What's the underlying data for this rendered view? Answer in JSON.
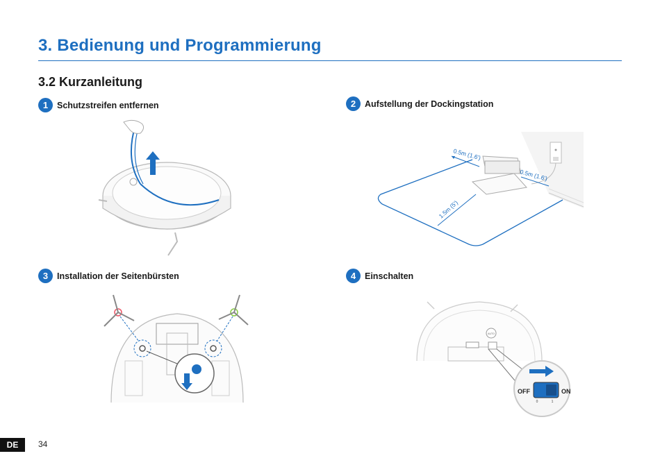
{
  "header": {
    "chapter_title": "3. Bedienung und Programmierung",
    "section_title": "3.2 Kurzanleitung"
  },
  "steps": [
    {
      "number": "1",
      "label": "Schutzstreifen entfernen"
    },
    {
      "number": "2",
      "label": "Aufstellung der Dockingstation"
    },
    {
      "number": "3",
      "label": "Installation der Seitenbürsten"
    },
    {
      "number": "4",
      "label": "Einschalten"
    }
  ],
  "diagram_dock": {
    "left_clearance": "0.5m (1.6')",
    "right_clearance": "0.5m (1.6')",
    "front_clearance": "1.5m (5')"
  },
  "diagram_power": {
    "off_label": "OFF",
    "on_label": "ON",
    "off_mark": "0",
    "on_mark": "1",
    "panel_text": "AUTO"
  },
  "footer": {
    "language": "DE",
    "page_number": "34"
  },
  "colors": {
    "accent": "#1e6fc0",
    "line_art": "#c8c8c8"
  }
}
